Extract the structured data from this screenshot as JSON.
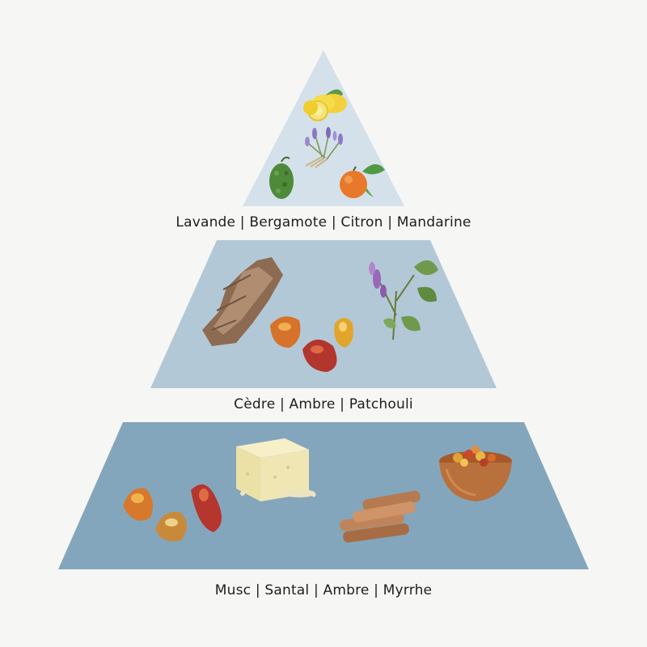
{
  "tiers": [
    {
      "id": "top",
      "label": "Lavande | Bergamote | Citron | Mandarine",
      "color": "#d5e1ea",
      "icons": [
        "lemon-icon",
        "lavender-icon",
        "bergamot-icon",
        "mandarin-icon"
      ]
    },
    {
      "id": "mid",
      "label": "Cèdre | Ambre | Patchouli",
      "color": "#b2c8d6",
      "icons": [
        "cedar-bark-icon",
        "amber-stones-icon",
        "patchouli-icon"
      ]
    },
    {
      "id": "base",
      "label": "Musc | Santal | Ambre | Myrrhe",
      "color": "#84a6bc",
      "icons": [
        "amber-stones-icon",
        "musk-cube-icon",
        "sandalwood-sticks-icon",
        "myrrh-bowl-icon"
      ]
    }
  ]
}
